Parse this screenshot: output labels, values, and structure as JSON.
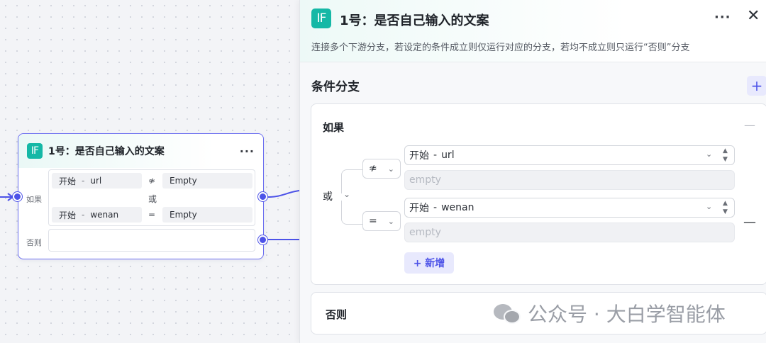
{
  "node": {
    "icon": "if-icon",
    "icon_text": "IF",
    "title": "1号：是否自己输入的文案",
    "more": "···",
    "if_label": "如果",
    "else_label": "否则",
    "logic": "或",
    "conditions": [
      {
        "source": "开始",
        "sep": "-",
        "var": "url",
        "op": "≉",
        "value": "Empty"
      },
      {
        "source": "开始",
        "sep": "-",
        "var": "wenan",
        "op": "=",
        "value": "Empty"
      }
    ]
  },
  "panel": {
    "icon_text": "IF",
    "title": "1号：是否自己输入的文案",
    "more": "···",
    "close": "✕",
    "description": "连接多个下游分支，若设定的条件成立则仅运行对应的分支，若均不成立则只运行“否则”分支",
    "section_title": "条件分支",
    "add_branch": "+",
    "if_label": "如果",
    "collapse": "—",
    "remove": "—",
    "logic": "或",
    "conditions": [
      {
        "op": "≉",
        "source": "开始",
        "sep": "-",
        "var": "url",
        "placeholder": "empty"
      },
      {
        "op": "=",
        "source": "开始",
        "sep": "-",
        "var": "wenan",
        "placeholder": "empty"
      }
    ],
    "add_condition": "+ 新增",
    "else_label": "否则"
  },
  "watermark": {
    "icon": "wechat-icon",
    "text": "公众号 · 大白学智能体"
  },
  "colors": {
    "accent": "#4d53e8",
    "if_icon": "#15b8a6"
  }
}
